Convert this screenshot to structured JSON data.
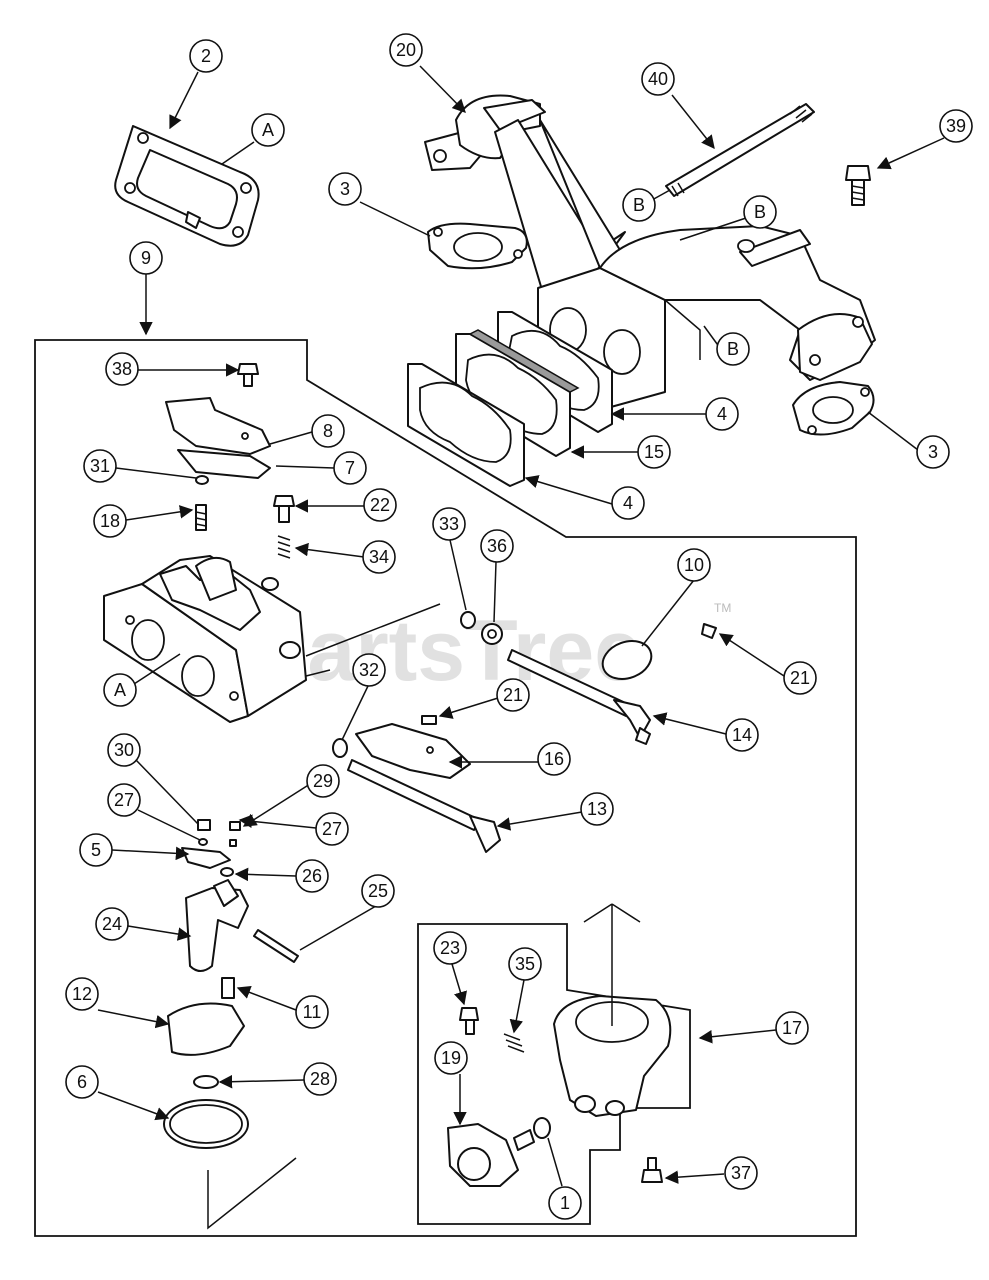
{
  "watermark": {
    "text": "PartsTree",
    "trademark": "TM"
  },
  "callouts": [
    {
      "id": "c2",
      "label": "2"
    },
    {
      "id": "cA1",
      "label": "A"
    },
    {
      "id": "c20",
      "label": "20"
    },
    {
      "id": "c40",
      "label": "40"
    },
    {
      "id": "c39",
      "label": "39"
    },
    {
      "id": "c3a",
      "label": "3"
    },
    {
      "id": "cBa",
      "label": "B"
    },
    {
      "id": "cBb",
      "label": "B"
    },
    {
      "id": "cBc",
      "label": "B"
    },
    {
      "id": "c9",
      "label": "9"
    },
    {
      "id": "c38",
      "label": "38"
    },
    {
      "id": "c8",
      "label": "8"
    },
    {
      "id": "c7",
      "label": "7"
    },
    {
      "id": "c31",
      "label": "31"
    },
    {
      "id": "c18",
      "label": "18"
    },
    {
      "id": "c22",
      "label": "22"
    },
    {
      "id": "c34",
      "label": "34"
    },
    {
      "id": "c4a",
      "label": "4"
    },
    {
      "id": "c15",
      "label": "15"
    },
    {
      "id": "c4b",
      "label": "4"
    },
    {
      "id": "c3b",
      "label": "3"
    },
    {
      "id": "c33",
      "label": "33"
    },
    {
      "id": "c36",
      "label": "36"
    },
    {
      "id": "c10",
      "label": "10"
    },
    {
      "id": "c21a",
      "label": "21"
    },
    {
      "id": "cA2",
      "label": "A"
    },
    {
      "id": "c32",
      "label": "32"
    },
    {
      "id": "c21b",
      "label": "21"
    },
    {
      "id": "c14",
      "label": "14"
    },
    {
      "id": "c16",
      "label": "16"
    },
    {
      "id": "c30",
      "label": "30"
    },
    {
      "id": "c29",
      "label": "29"
    },
    {
      "id": "c27a",
      "label": "27"
    },
    {
      "id": "c27b",
      "label": "27"
    },
    {
      "id": "c13",
      "label": "13"
    },
    {
      "id": "c5",
      "label": "5"
    },
    {
      "id": "c26",
      "label": "26"
    },
    {
      "id": "c25",
      "label": "25"
    },
    {
      "id": "c24",
      "label": "24"
    },
    {
      "id": "c23",
      "label": "23"
    },
    {
      "id": "c35",
      "label": "35"
    },
    {
      "id": "c17",
      "label": "17"
    },
    {
      "id": "c12",
      "label": "12"
    },
    {
      "id": "c11",
      "label": "11"
    },
    {
      "id": "c19",
      "label": "19"
    },
    {
      "id": "c6",
      "label": "6"
    },
    {
      "id": "c28",
      "label": "28"
    },
    {
      "id": "c1",
      "label": "1"
    },
    {
      "id": "c37",
      "label": "37"
    }
  ]
}
